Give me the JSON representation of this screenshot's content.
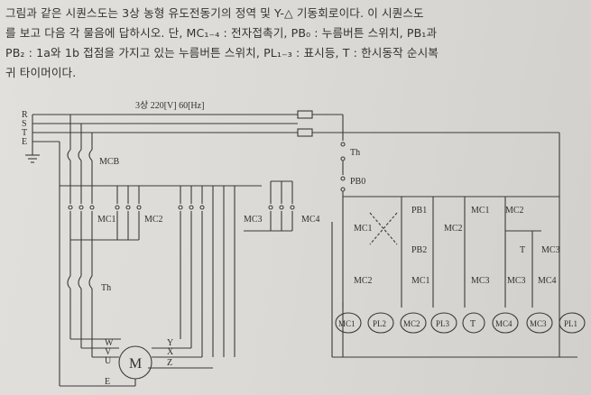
{
  "question": {
    "line1": "그림과 같은 시퀀스도는 3상 농형 유도전동기의 정역 및 Y-△ 기동회로이다. 이 시퀀스도",
    "line2": "를 보고 다음 각 물음에 답하시오. 단, MC₁₋₄ : 전자접촉기, PB₀ : 누름버튼 스위치, PB₁과",
    "line3": "PB₂ : 1a와 1b 접점을 가지고 있는 누름버튼 스위치, PL₁₋₃ : 표시등, T : 한시동작 순시복",
    "line4": "귀 타이머이다."
  },
  "diagram": {
    "supply_label": "3상 220[V] 60[Hz]",
    "lines": [
      "R",
      "S",
      "T",
      "E"
    ],
    "mcb": "MCB",
    "mc1": "MC1",
    "mc2": "MC2",
    "mc3": "MC3",
    "mc4": "MC4",
    "th": "Th",
    "motor": "M",
    "terminals_left": [
      "W",
      "V",
      "U"
    ],
    "terminals_right": [
      "Y",
      "X",
      "Z"
    ],
    "ground": "E",
    "ctrl": {
      "th": "Th",
      "pb0": "PB0",
      "pb1": "PB1",
      "pb2": "PB2",
      "mc1": "MC1",
      "mc2": "MC2",
      "mc3": "MC3",
      "mc4": "MC4",
      "t": "T"
    },
    "loads": [
      "MC1",
      "PL2",
      "MC2",
      "PL3",
      "T",
      "MC4",
      "MC3",
      "PL1"
    ]
  }
}
